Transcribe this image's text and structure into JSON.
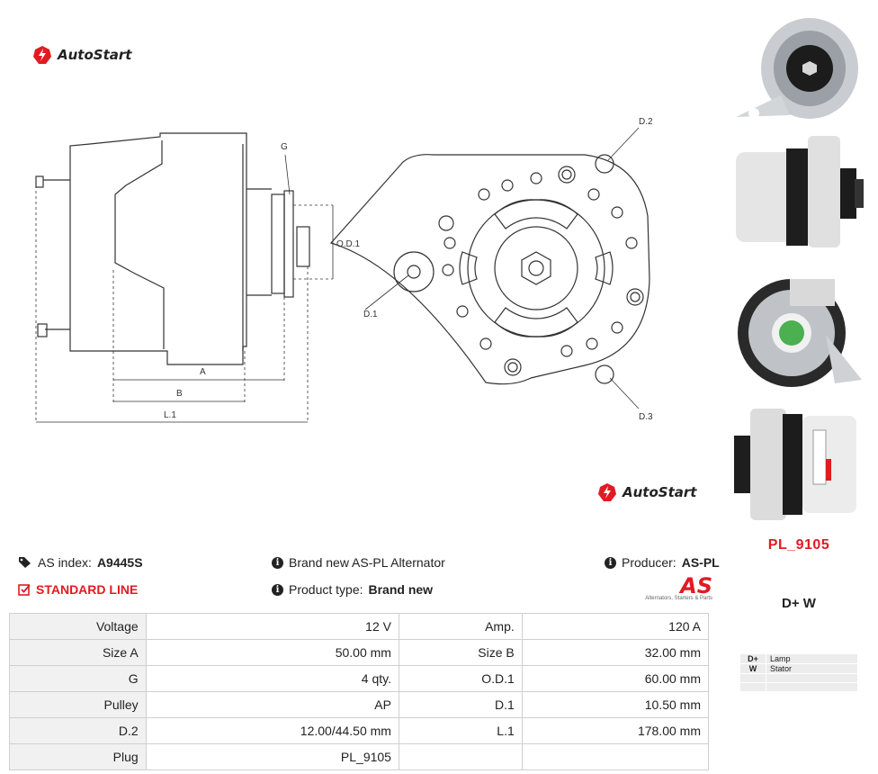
{
  "brand": {
    "name": "AutoStart",
    "accent": "#e11b22"
  },
  "drawing": {
    "labels": {
      "g": "G",
      "od1": "O.D.1",
      "a": "A",
      "b": "B",
      "l1": "L.1",
      "d1": "D.1",
      "d2": "D.2",
      "d3": "D.3"
    }
  },
  "product": {
    "as_index_label": "AS index:",
    "as_index_value": "A9445S",
    "line": "STANDARD LINE",
    "description": "Brand new AS-PL Alternator",
    "type_label": "Product type:",
    "type_value": "Brand new",
    "producer_label": "Producer:",
    "producer_value": "AS-PL",
    "producer_logo": "AS",
    "producer_tagline": "Alternators, Starters & Parts"
  },
  "plug": {
    "code": "PL_9105",
    "terminals_title": "D+  W",
    "terminals": [
      {
        "key": "D+",
        "desc": "Lamp"
      },
      {
        "key": "W",
        "desc": "Stator"
      },
      {
        "key": "",
        "desc": ""
      },
      {
        "key": "",
        "desc": ""
      }
    ]
  },
  "specs": [
    [
      "Voltage",
      "12 V",
      "Amp.",
      "120 A"
    ],
    [
      "Size A",
      "50.00 mm",
      "Size B",
      "32.00 mm"
    ],
    [
      "G",
      "4 qty.",
      "O.D.1",
      "60.00 mm"
    ],
    [
      "Pulley",
      "AP",
      "D.1",
      "10.50 mm"
    ],
    [
      "D.2",
      "12.00/44.50 mm",
      "L.1",
      "178.00 mm"
    ],
    [
      "Plug",
      "PL_9105",
      "",
      ""
    ]
  ]
}
